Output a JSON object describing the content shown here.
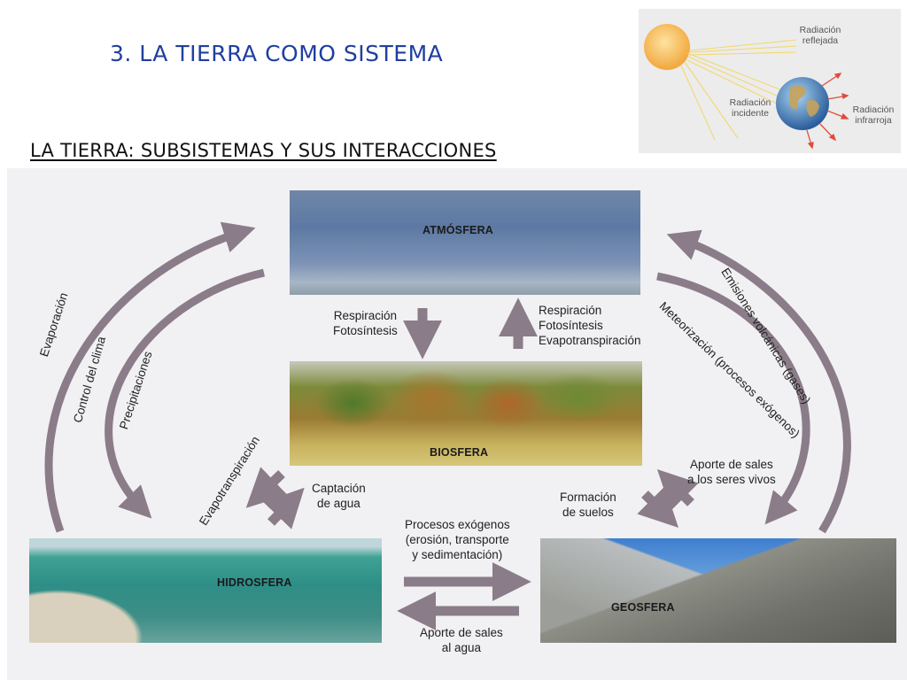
{
  "slide": {
    "title": "3. LA TIERRA COMO SISTEMA",
    "subtitle": "LA TIERRA: SUBSISTEMAS Y SUS INTERACCIONES"
  },
  "inset": {
    "reflected": "Radiación\nreflejada",
    "incident": "Radiación\nincidente",
    "infrared": "Radiación\ninfrarroja"
  },
  "subsystems": {
    "atmosphere": "ATMÓSFERA",
    "biosphere": "BIOSFERA",
    "hydrosphere": "HIDROSFERA",
    "geosphere": "GEOSFERA"
  },
  "flows": {
    "evaporacion": "Evaporación",
    "control_clima": "Control del clima",
    "precipitaciones": "Precipitaciones",
    "emisiones": "Emisiones volcánicas (gases)",
    "meteorizacion": "Meteorización (procesos exógenos)",
    "resp_down": "Respiración\nFotosíntesis",
    "resp_up": "Respiración\nFotosíntesis\nEvapotranspiración",
    "evapotranspiracion": "Evapotranspiración",
    "captacion": "Captación\nde agua",
    "formacion": "Formación\nde suelos",
    "aporte_seres": "Aporte de sales\na los seres vivos",
    "procesos": "Procesos exógenos\n(erosión, transporte\ny sedimentación)",
    "aporte_agua": "Aporte de sales\nal agua"
  },
  "colors": {
    "title": "#1f3fa0",
    "arrow": "#8a7c88",
    "sun": "#f4b24a"
  }
}
